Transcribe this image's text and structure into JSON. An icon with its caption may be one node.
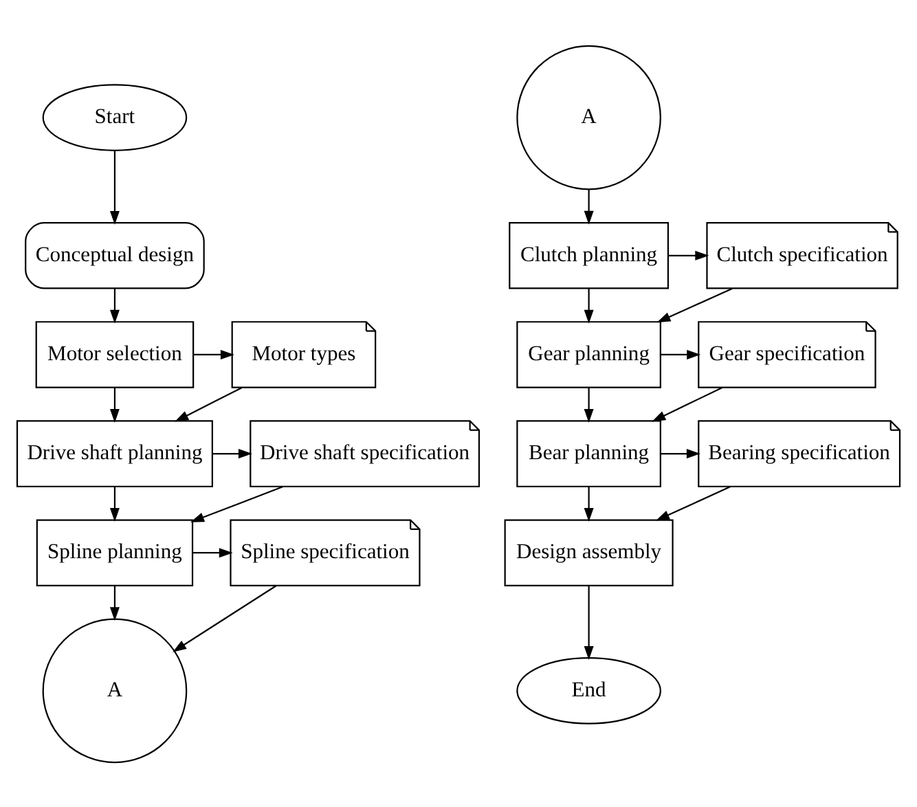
{
  "diagram": {
    "nodes": [
      {
        "text": [
          "Start"
        ]
      },
      {
        "text": [
          "Conceptual design"
        ]
      },
      {
        "text": [
          "Motor selection"
        ]
      },
      {
        "text": [
          "Motor types"
        ]
      },
      {
        "text": [
          "Drive shaft planning"
        ]
      },
      {
        "text": [
          "Drive shaft specification"
        ]
      },
      {
        "text": [
          "Spline planning"
        ]
      },
      {
        "text": [
          "Spline specification"
        ]
      },
      {
        "text": [
          "A"
        ]
      },
      {
        "text": [
          "A"
        ]
      },
      {
        "text": [
          "Clutch planning"
        ]
      },
      {
        "text": [
          "Clutch specification"
        ]
      },
      {
        "text": [
          "Gear planning"
        ]
      },
      {
        "text": [
          "Gear specification"
        ]
      },
      {
        "text": [
          "Bear planning"
        ]
      },
      {
        "text": [
          "Bearing specification"
        ]
      },
      {
        "text": [
          "Design assembly"
        ]
      },
      {
        "text": [
          "End"
        ]
      }
    ],
    "edges": [
      {
        "from": 0,
        "to": 1,
        "arrow": "to"
      },
      {
        "from": 1,
        "to": 2,
        "arrow": "to"
      },
      {
        "from": 2,
        "to": 3,
        "arrow": "to"
      },
      {
        "from": 2,
        "to": 4,
        "arrow": "to"
      },
      {
        "from": 3,
        "to": 4,
        "arrow": "to"
      },
      {
        "from": 4,
        "to": 5,
        "arrow": "to"
      },
      {
        "from": 4,
        "to": 6,
        "arrow": "to"
      },
      {
        "from": 5,
        "to": 6,
        "arrow": "to"
      },
      {
        "from": 6,
        "to": 7,
        "arrow": "to"
      },
      {
        "from": 6,
        "to": 8,
        "arrow": "to"
      },
      {
        "from": 7,
        "to": 8,
        "arrow": "to"
      },
      {
        "from": 9,
        "to": 10,
        "arrow": "to"
      },
      {
        "from": 10,
        "to": 11,
        "arrow": "to"
      },
      {
        "from": 10,
        "to": 12,
        "arrow": "to"
      },
      {
        "from": 11,
        "to": 12,
        "arrow": "to"
      },
      {
        "from": 12,
        "to": 13,
        "arrow": "to"
      },
      {
        "from": 12,
        "to": 14,
        "arrow": "to"
      },
      {
        "from": 13,
        "to": 14,
        "arrow": "to"
      },
      {
        "from": 14,
        "to": 15,
        "arrow": "to"
      },
      {
        "from": 14,
        "to": 16,
        "arrow": "to"
      },
      {
        "from": 15,
        "to": 16,
        "arrow": "to"
      },
      {
        "from": 16,
        "to": 17,
        "arrow": "to"
      }
    ]
  }
}
